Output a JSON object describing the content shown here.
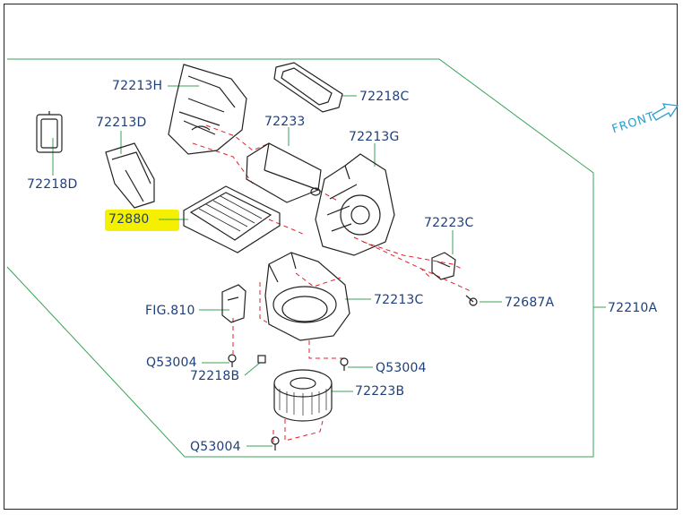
{
  "parts": {
    "p72213H": "72213H",
    "p72218C": "72218C",
    "p72213D": "72213D",
    "p72233": "72233",
    "p72213G": "72213G",
    "p72218D": "72218D",
    "p72880": "72880",
    "p72223C": "72223C",
    "p72213C": "72213C",
    "p72687A": "72687A",
    "fig810": "FIG.810",
    "p72210A": "72210A",
    "q53004_a": "Q53004",
    "q53004_b": "Q53004",
    "q53004_c": "Q53004",
    "p72218B": "72218B",
    "p72223B": "72223B"
  },
  "front_label": "FRONT",
  "colors": {
    "label": "#1f3f7a",
    "leader": "#3aa35a",
    "dashed": "#e0202a",
    "highlight": "#f4f000",
    "front_arrow": "#2a9fd0",
    "drawing": "#222222"
  }
}
